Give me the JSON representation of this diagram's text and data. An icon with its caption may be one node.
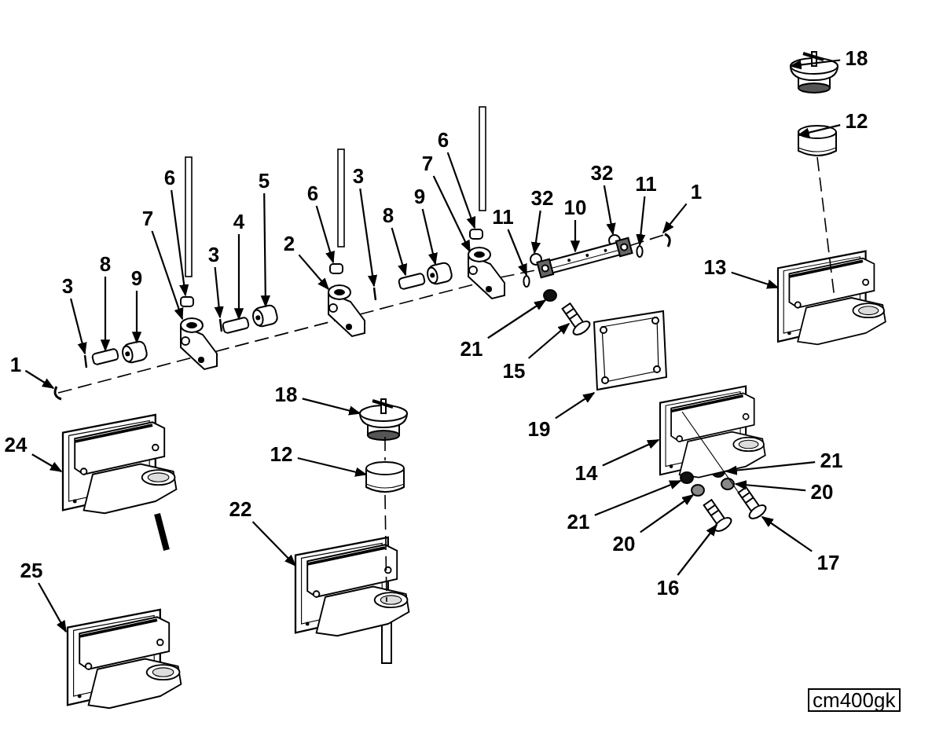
{
  "diagram": {
    "nodes": [
      {
        "text": [
          "18"
        ]
      },
      {
        "text": [
          "12"
        ]
      },
      {
        "text": [
          "6"
        ]
      },
      {
        "text": [
          "7"
        ]
      },
      {
        "text": [
          "32"
        ]
      },
      {
        "text": [
          "6"
        ]
      },
      {
        "text": [
          "3"
        ]
      },
      {
        "text": [
          "5"
        ]
      },
      {
        "text": [
          "11"
        ]
      },
      {
        "text": [
          "1"
        ]
      },
      {
        "text": [
          "6"
        ]
      },
      {
        "text": [
          "9"
        ]
      },
      {
        "text": [
          "32"
        ]
      },
      {
        "text": [
          "10"
        ]
      },
      {
        "text": [
          "8"
        ]
      },
      {
        "text": [
          "11"
        ]
      },
      {
        "text": [
          "7"
        ]
      },
      {
        "text": [
          "4"
        ]
      },
      {
        "text": [
          "2"
        ]
      },
      {
        "text": [
          "3"
        ]
      },
      {
        "text": [
          "8"
        ]
      },
      {
        "text": [
          "13"
        ]
      },
      {
        "text": [
          "9"
        ]
      },
      {
        "text": [
          "3"
        ]
      },
      {
        "text": [
          "21"
        ]
      },
      {
        "text": [
          "1"
        ]
      },
      {
        "text": [
          "15"
        ]
      },
      {
        "text": [
          "18"
        ]
      },
      {
        "text": [
          "19"
        ]
      },
      {
        "text": [
          "24"
        ]
      },
      {
        "text": [
          "12"
        ]
      },
      {
        "text": [
          "21"
        ]
      },
      {
        "text": [
          "14"
        ]
      },
      {
        "text": [
          "20"
        ]
      },
      {
        "text": [
          "22"
        ]
      },
      {
        "text": [
          "21"
        ]
      },
      {
        "text": [
          "20"
        ]
      },
      {
        "text": [
          "17"
        ]
      },
      {
        "text": [
          "25"
        ]
      },
      {
        "text": [
          "16"
        ]
      },
      {
        "text": [],
        "shape": "picture"
      },
      {
        "text": [],
        "shape": "picture"
      },
      {
        "text": [],
        "shape": "box"
      },
      {
        "text": [],
        "shape": "picture"
      },
      {
        "text": [],
        "shape": "circle"
      },
      {
        "text": [],
        "shape": "box"
      },
      {
        "text": [],
        "shape": "bar"
      },
      {
        "text": [],
        "shape": "picture"
      },
      {
        "text": [],
        "shape": "circle"
      },
      {
        "text": [],
        "shape": "picture"
      },
      {
        "text": [],
        "shape": "box"
      },
      {
        "text": [],
        "shape": "picture"
      },
      {
        "text": [],
        "shape": "circle"
      },
      {
        "text": [],
        "shape": "picture"
      },
      {
        "text": [],
        "shape": "box"
      },
      {
        "text": [],
        "shape": "circle"
      },
      {
        "text": [],
        "shape": "picture"
      },
      {
        "text": [],
        "shape": "box"
      },
      {
        "text": [],
        "shape": "picture"
      },
      {
        "text": [],
        "shape": "bar"
      },
      {
        "text": [],
        "shape": "box"
      },
      {
        "text": [],
        "shape": "picture"
      },
      {
        "text": [],
        "shape": "picture"
      },
      {
        "text": [],
        "shape": "bar"
      },
      {
        "text": [],
        "shape": "circle"
      },
      {
        "text": [],
        "shape": "picture"
      },
      {
        "text": [],
        "shape": "picture"
      },
      {
        "text": [],
        "shape": "picture"
      },
      {
        "text": [],
        "shape": "picture"
      },
      {
        "text": [],
        "shape": "picture"
      },
      {
        "text": [],
        "shape": "picture"
      },
      {
        "text": [],
        "shape": "circle"
      },
      {
        "text": [],
        "shape": "picture"
      },
      {
        "text": [],
        "shape": "circle"
      },
      {
        "text": [],
        "shape": "picture"
      },
      {
        "text": [],
        "shape": "circle"
      },
      {
        "text": [],
        "shape": "circle"
      },
      {
        "text": [],
        "shape": "picture"
      },
      {
        "text": [],
        "shape": "picture"
      },
      {
        "text": [],
        "shape": "picture"
      }
    ],
    "edges": [
      {
        "from": 0,
        "to": 40,
        "arrow": "to"
      },
      {
        "from": 1,
        "to": 41,
        "arrow": "to"
      },
      {
        "from": 2,
        "to": 42,
        "arrow": "to"
      },
      {
        "from": 3,
        "to": 43,
        "arrow": "to"
      },
      {
        "from": 4,
        "to": 44,
        "arrow": "to"
      },
      {
        "from": 5,
        "to": 45,
        "arrow": "to"
      },
      {
        "from": 6,
        "to": 46,
        "arrow": "to"
      },
      {
        "from": 7,
        "to": 47,
        "arrow": "to"
      },
      {
        "from": 8,
        "to": 48,
        "arrow": "to"
      },
      {
        "from": 9,
        "to": 49,
        "arrow": "to"
      },
      {
        "from": 10,
        "to": 50,
        "arrow": "to"
      },
      {
        "from": 11,
        "to": 51,
        "arrow": "to"
      },
      {
        "from": 12,
        "to": 52,
        "arrow": "to"
      },
      {
        "from": 13,
        "to": 53,
        "arrow": "to"
      },
      {
        "from": 14,
        "to": 54,
        "arrow": "to"
      },
      {
        "from": 15,
        "to": 55,
        "arrow": "to"
      },
      {
        "from": 16,
        "to": 56,
        "arrow": "to"
      },
      {
        "from": 17,
        "to": 57,
        "arrow": "to"
      },
      {
        "from": 18,
        "to": 58,
        "arrow": "to"
      },
      {
        "from": 19,
        "to": 59,
        "arrow": "to"
      },
      {
        "from": 20,
        "to": 60,
        "arrow": "to"
      },
      {
        "from": 21,
        "to": 61,
        "arrow": "to"
      },
      {
        "from": 22,
        "to": 62,
        "arrow": "to"
      },
      {
        "from": 23,
        "to": 63,
        "arrow": "to"
      },
      {
        "from": 24,
        "to": 64,
        "arrow": "to"
      },
      {
        "from": 25,
        "to": 65,
        "arrow": "to"
      },
      {
        "from": 26,
        "to": 66,
        "arrow": "to"
      },
      {
        "from": 27,
        "to": 67,
        "arrow": "to"
      },
      {
        "from": 28,
        "to": 68,
        "arrow": "to"
      },
      {
        "from": 29,
        "to": 69,
        "arrow": "to"
      },
      {
        "from": 30,
        "to": 70,
        "arrow": "to"
      },
      {
        "from": 31,
        "to": 71,
        "arrow": "to"
      },
      {
        "from": 32,
        "to": 72,
        "arrow": "to"
      },
      {
        "from": 33,
        "to": 73,
        "arrow": "to"
      },
      {
        "from": 34,
        "to": 74,
        "arrow": "to"
      },
      {
        "from": 35,
        "to": 75,
        "arrow": "to"
      },
      {
        "from": 36,
        "to": 76,
        "arrow": "to"
      },
      {
        "from": 37,
        "to": 77,
        "arrow": "to"
      },
      {
        "from": 38,
        "to": 78,
        "arrow": "to"
      },
      {
        "from": 39,
        "to": 79,
        "arrow": "to"
      },
      {
        "from": 65,
        "to": 56,
        "arrow": "none",
        "style": "dashed"
      },
      {
        "from": 56,
        "to": 58,
        "arrow": "none",
        "style": "dashed"
      },
      {
        "from": 58,
        "to": 43,
        "arrow": "none",
        "style": "dashed"
      },
      {
        "from": 43,
        "to": 53,
        "arrow": "none",
        "style": "dashed"
      },
      {
        "from": 53,
        "to": 49,
        "arrow": "none",
        "style": "dashed"
      },
      {
        "from": 41,
        "to": 61,
        "arrow": "none",
        "style": "dashed"
      },
      {
        "from": 67,
        "to": 70,
        "arrow": "none",
        "style": "dashed"
      },
      {
        "from": 70,
        "to": 74,
        "arrow": "none",
        "style": "dashed"
      },
      {
        "from": 72,
        "to": 77,
        "arrow": "none"
      }
    ],
    "labels": [
      "cm400gk"
    ]
  }
}
